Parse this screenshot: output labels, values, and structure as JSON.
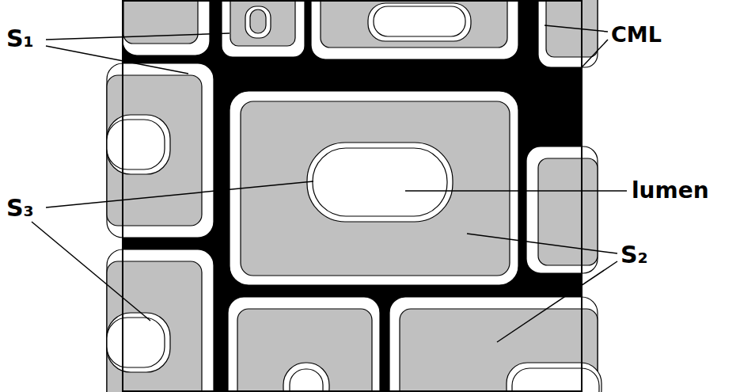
{
  "diagram": {
    "labels": [
      "S₁",
      "CML",
      "S₃",
      "lumen",
      "S₂"
    ]
  }
}
